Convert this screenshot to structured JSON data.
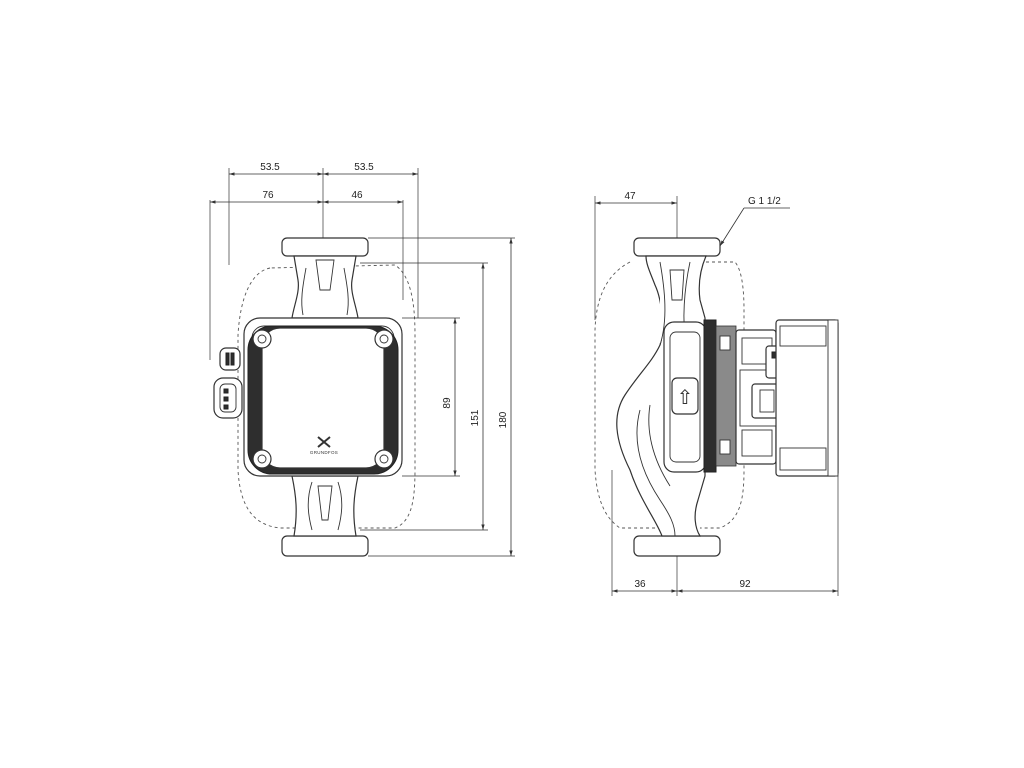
{
  "front_view": {
    "dims": {
      "top_left_upper": "53.5",
      "top_right_upper": "53.5",
      "top_left_lower": "76",
      "top_right_lower": "46",
      "height_control_box": "89",
      "height_flange_inner": "151",
      "height_overall": "180"
    },
    "brand_text": "GRUNDFOS"
  },
  "side_view": {
    "dims": {
      "top_width": "47",
      "thread": "G 1 1/2",
      "bottom_left": "36",
      "bottom_right": "92"
    },
    "arrow_symbol": "⇧"
  }
}
